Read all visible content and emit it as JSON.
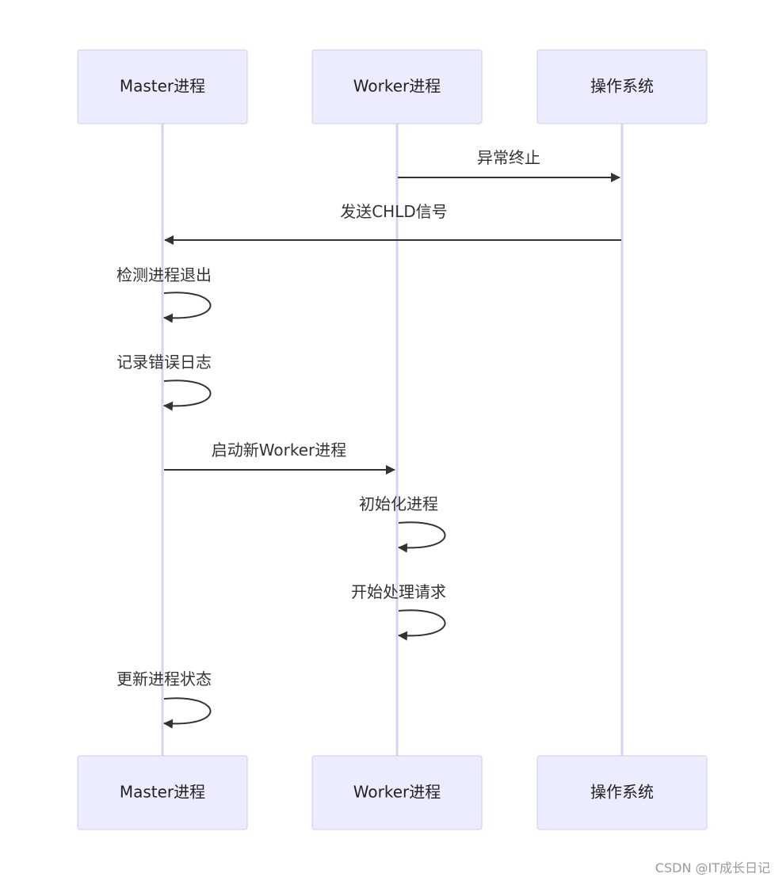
{
  "participants": [
    {
      "id": "master",
      "label": "Master进程"
    },
    {
      "id": "worker",
      "label": "Worker进程"
    },
    {
      "id": "os",
      "label": "操作系统"
    }
  ],
  "messages": [
    {
      "from": "worker",
      "to": "os",
      "label": "异常终止"
    },
    {
      "from": "os",
      "to": "master",
      "label": "发送CHLD信号"
    },
    {
      "from": "master",
      "to": "master",
      "label": "检测进程退出"
    },
    {
      "from": "master",
      "to": "master",
      "label": "记录错误日志"
    },
    {
      "from": "master",
      "to": "worker",
      "label": "启动新Worker进程"
    },
    {
      "from": "worker",
      "to": "worker",
      "label": "初始化进程"
    },
    {
      "from": "worker",
      "to": "worker",
      "label": "开始处理请求"
    },
    {
      "from": "master",
      "to": "master",
      "label": "更新进程状态"
    }
  ],
  "watermark": "CSDN @IT成长日记",
  "colors": {
    "actor_fill": "#ECECFF",
    "actor_stroke": "#D6D2F2",
    "lifeline": "#D8D2F2",
    "line": "#333333"
  }
}
